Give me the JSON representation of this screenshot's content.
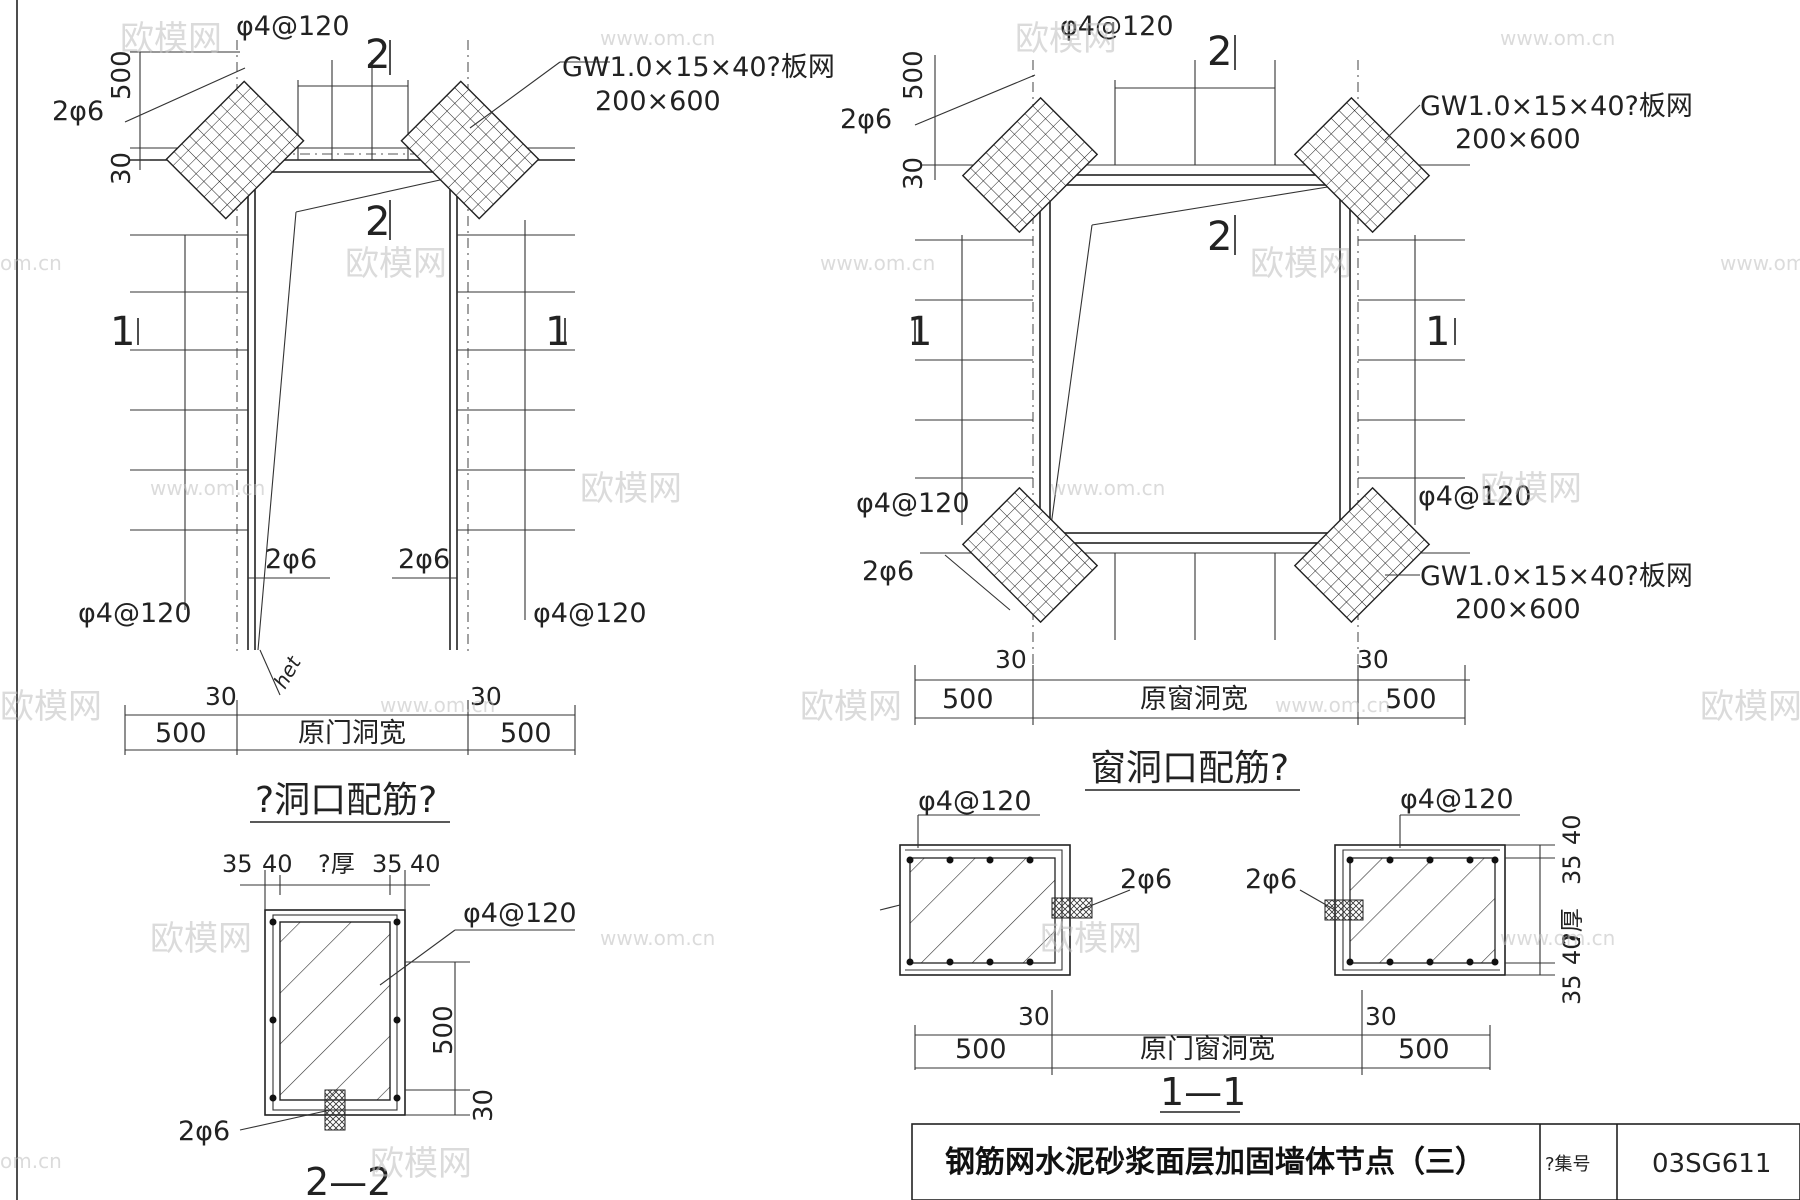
{
  "drawing": {
    "title": "钢筋网水泥砂浆面层加固墙体节点（三）",
    "atlas_label": "?集号",
    "atlas_number": "03SG611"
  },
  "door_elevation": {
    "caption": "?洞口配筋?",
    "rebar_top": "φ4@120",
    "section_mark": "2",
    "side_mark": "1",
    "corner_bar": "2φ6",
    "dim_500": "500",
    "dim_30": "30",
    "mesh_spec_line1": "GW1.0×15×40?板网",
    "mesh_spec_line2": "200×600",
    "left_bar": "2φ6",
    "right_bar": "2φ6",
    "left_rebar": "φ4@120",
    "right_rebar": "φ4@120",
    "het": "het",
    "bottom_30_left": "30",
    "bottom_30_right": "30",
    "bottom_500_left": "500",
    "bottom_500_right": "500",
    "width_label": "原门洞宽"
  },
  "window_elevation": {
    "caption": "窗洞口配筋?",
    "rebar_top": "φ4@120",
    "section_mark": "2",
    "side_mark": "1",
    "corner_bar": "2φ6",
    "dim_500": "500",
    "dim_30": "30",
    "mesh_top_line1": "GW1.0×15×40?板网",
    "mesh_top_line2": "200×600",
    "rebar_left": "φ4@120",
    "rebar_right": "φ4@120",
    "bar_bottom_left": "2φ6",
    "mesh_bottom_line1": "GW1.0×15×40?板网",
    "mesh_bottom_line2": "200×600",
    "bottom_30_left": "30",
    "bottom_30_right": "30",
    "bottom_500_left": "500",
    "bottom_500_right": "500",
    "width_label": "原窗洞宽"
  },
  "section_22": {
    "label": "2—2",
    "dim_35a": "35",
    "dim_40a": "40",
    "thickness": "?厚",
    "dim_35b": "35",
    "dim_40b": "40",
    "rebar": "φ4@120",
    "dim_500": "500",
    "dim_30": "30",
    "bar": "2φ6"
  },
  "section_11": {
    "label": "1—1",
    "rebar_left": "φ4@120",
    "rebar_right": "φ4@120",
    "bar_left": "2φ6",
    "bar_right": "2φ6",
    "dim_35_top": "35",
    "dim_40_top": "40",
    "thickness": "?厚",
    "dim_40_bot": "40",
    "dim_35_bot": "35",
    "dim_30_left": "30",
    "dim_30_right": "30",
    "dim_500_left": "500",
    "dim_500_right": "500",
    "width_label": "原门窗洞宽"
  },
  "watermark": {
    "logo": "欧模网",
    "url": "www.om.cn",
    "url_short": "om.cn"
  }
}
